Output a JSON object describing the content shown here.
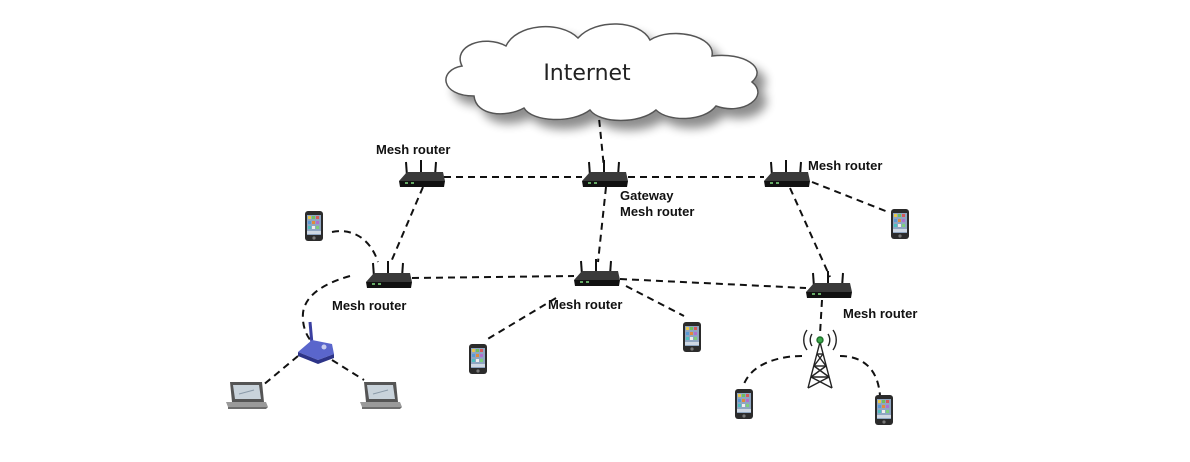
{
  "cloud": {
    "label": "Internet"
  },
  "labels": {
    "router_top_left": "Mesh router",
    "gateway_line1": "Gateway",
    "gateway_line2": "Mesh router",
    "router_top_right": "Mesh router",
    "router_mid_left": "Mesh router",
    "router_mid_center": "Mesh router",
    "router_mid_right": "Mesh router"
  },
  "icons": {
    "cloud": "cloud-icon",
    "router": "router-icon",
    "phone": "phone-icon",
    "laptop": "laptop-icon",
    "access_point": "access-point-icon",
    "tower": "cell-tower-icon"
  },
  "colors": {
    "link": "#111111",
    "router_body": "#1a1a1a",
    "cloud_fill": "#ffffff",
    "cloud_stroke": "#555555",
    "access_point": "#5560c8"
  }
}
